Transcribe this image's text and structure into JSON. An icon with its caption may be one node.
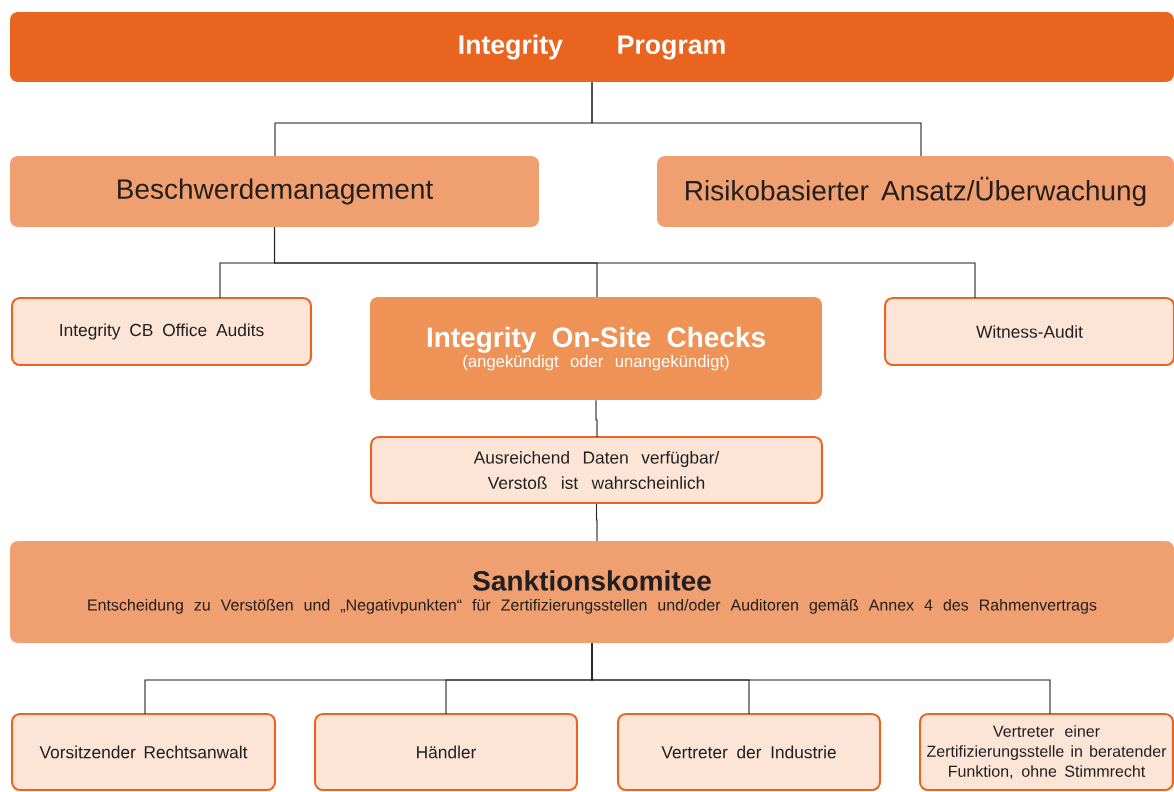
{
  "diagram": {
    "nodes": [
      {
        "text": [
          "Integrity Program"
        ]
      },
      {
        "text": [
          "Beschwerdemanagement"
        ]
      },
      {
        "text": [
          "Risikobasierter Ansatz/Überwachung"
        ]
      },
      {
        "text": [
          "Integrity CB Office Audits"
        ]
      },
      {
        "text": [
          "Integrity On-Site Checks",
          "(angekündigt oder unangekündigt)"
        ]
      },
      {
        "text": [
          "Witness-Audit"
        ]
      },
      {
        "text": [
          "Ausreichend Daten verfügbar/ Verstoß ist wahrscheinlich"
        ]
      },
      {
        "text": [
          "Sanktionskomitee",
          "Entscheidung zu Verstößen und „Negativpunkten“ für Zertifizierungsstellen und/oder Auditoren gemäß Annex 4 des Rahmenvertrags"
        ]
      },
      {
        "text": [
          "Vorsitzender Rechtsanwalt"
        ]
      },
      {
        "text": [
          "Händler"
        ]
      },
      {
        "text": [
          "Vertreter der Industrie"
        ]
      },
      {
        "text": [
          "Vertreter einer Zertifizierungsstelle in beratender Funktion, ohne Stimmrecht"
        ]
      }
    ],
    "edges": [
      {
        "from": 0,
        "to": 1,
        "arrow": "none"
      },
      {
        "from": 0,
        "to": 2,
        "arrow": "none"
      },
      {
        "from": 1,
        "to": 3,
        "arrow": "none"
      },
      {
        "from": 1,
        "to": 4,
        "arrow": "none"
      },
      {
        "from": 1,
        "to": 5,
        "arrow": "none"
      },
      {
        "from": 4,
        "to": 6,
        "arrow": "none"
      },
      {
        "from": 6,
        "to": 7,
        "arrow": "none"
      },
      {
        "from": 7,
        "to": 8,
        "arrow": "none"
      },
      {
        "from": 7,
        "to": 9,
        "arrow": "none"
      },
      {
        "from": 7,
        "to": 10,
        "arrow": "none"
      },
      {
        "from": 7,
        "to": 11,
        "arrow": "none"
      }
    ]
  }
}
